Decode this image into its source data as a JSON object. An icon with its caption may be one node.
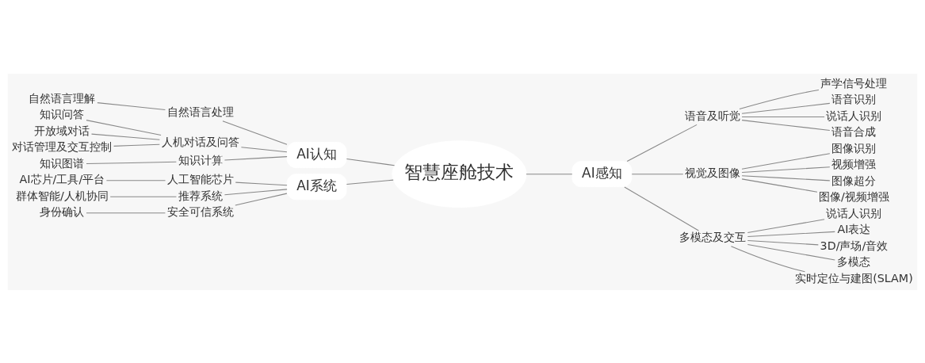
{
  "diagram": {
    "nodes": [
      {
        "text": [
          "智慧座舱技术"
        ]
      },
      {
        "text": [
          "AI认知"
        ]
      },
      {
        "text": [
          "自然语言处理"
        ]
      },
      {
        "text": [
          "自然语言理解"
        ]
      },
      {
        "text": [
          "人机对话及问答"
        ]
      },
      {
        "text": [
          "知识问答"
        ]
      },
      {
        "text": [
          "开放域对话"
        ]
      },
      {
        "text": [
          "对话管理及交互控制"
        ]
      },
      {
        "text": [
          "知识计算"
        ]
      },
      {
        "text": [
          "知识图谱"
        ]
      },
      {
        "text": [
          "AI系统"
        ]
      },
      {
        "text": [
          "人工智能芯片"
        ]
      },
      {
        "text": [
          "AI芯片/工具/平台"
        ]
      },
      {
        "text": [
          "推荐系统"
        ]
      },
      {
        "text": [
          "群体智能/人机协同"
        ]
      },
      {
        "text": [
          "安全可信系统"
        ]
      },
      {
        "text": [
          "身份确认"
        ]
      },
      {
        "text": [
          "AI感知"
        ]
      },
      {
        "text": [
          "语音及听觉"
        ]
      },
      {
        "text": [
          "声学信号处理"
        ]
      },
      {
        "text": [
          "语音识别"
        ]
      },
      {
        "text": [
          "说话人识别"
        ]
      },
      {
        "text": [
          "语音合成"
        ]
      },
      {
        "text": [
          "视觉及图像"
        ]
      },
      {
        "text": [
          "图像识别"
        ]
      },
      {
        "text": [
          "视频增强"
        ]
      },
      {
        "text": [
          "图像超分"
        ]
      },
      {
        "text": [
          "图像/视频增强"
        ]
      },
      {
        "text": [
          "多模态及交互"
        ]
      },
      {
        "text": [
          "说话人识别"
        ]
      },
      {
        "text": [
          "AI表达"
        ]
      },
      {
        "text": [
          "3D/声场/音效"
        ]
      },
      {
        "text": [
          "多模态"
        ]
      },
      {
        "text": [
          "实时定位与建图(SLAM)"
        ]
      }
    ],
    "edges": [
      {
        "from": 0,
        "to": 1,
        "arrow": "none"
      },
      {
        "from": 1,
        "to": 2,
        "arrow": "none"
      },
      {
        "from": 2,
        "to": 3,
        "arrow": "none"
      },
      {
        "from": 1,
        "to": 4,
        "arrow": "none"
      },
      {
        "from": 4,
        "to": 5,
        "arrow": "none"
      },
      {
        "from": 4,
        "to": 6,
        "arrow": "none"
      },
      {
        "from": 4,
        "to": 7,
        "arrow": "none"
      },
      {
        "from": 1,
        "to": 8,
        "arrow": "none"
      },
      {
        "from": 8,
        "to": 9,
        "arrow": "none"
      },
      {
        "from": 0,
        "to": 10,
        "arrow": "none"
      },
      {
        "from": 10,
        "to": 11,
        "arrow": "none"
      },
      {
        "from": 11,
        "to": 12,
        "arrow": "none"
      },
      {
        "from": 10,
        "to": 13,
        "arrow": "none"
      },
      {
        "from": 13,
        "to": 14,
        "arrow": "none"
      },
      {
        "from": 10,
        "to": 15,
        "arrow": "none"
      },
      {
        "from": 15,
        "to": 16,
        "arrow": "none"
      },
      {
        "from": 0,
        "to": 17,
        "arrow": "none"
      },
      {
        "from": 17,
        "to": 18,
        "arrow": "none"
      },
      {
        "from": 18,
        "to": 19,
        "arrow": "none"
      },
      {
        "from": 18,
        "to": 20,
        "arrow": "none"
      },
      {
        "from": 18,
        "to": 21,
        "arrow": "none"
      },
      {
        "from": 18,
        "to": 22,
        "arrow": "none"
      },
      {
        "from": 17,
        "to": 23,
        "arrow": "none"
      },
      {
        "from": 23,
        "to": 24,
        "arrow": "none"
      },
      {
        "from": 23,
        "to": 25,
        "arrow": "none"
      },
      {
        "from": 23,
        "to": 26,
        "arrow": "none"
      },
      {
        "from": 23,
        "to": 27,
        "arrow": "none"
      },
      {
        "from": 17,
        "to": 28,
        "arrow": "none"
      },
      {
        "from": 28,
        "to": 29,
        "arrow": "none"
      },
      {
        "from": 28,
        "to": 30,
        "arrow": "none"
      },
      {
        "from": 28,
        "to": 31,
        "arrow": "none"
      },
      {
        "from": 28,
        "to": 32,
        "arrow": "none"
      },
      {
        "from": 28,
        "to": 33,
        "arrow": "none"
      }
    ]
  }
}
